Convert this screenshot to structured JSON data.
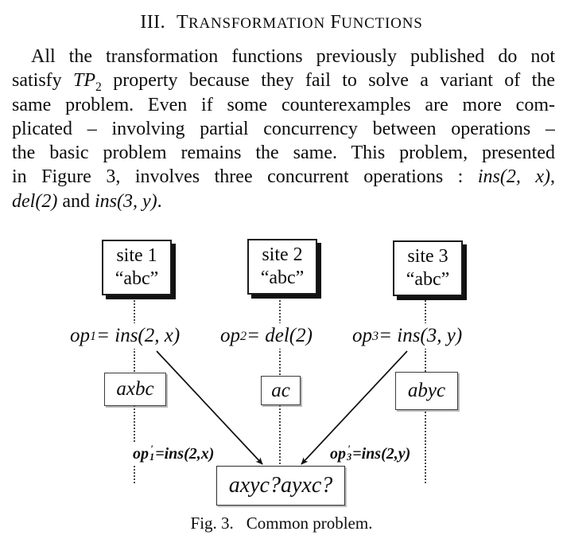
{
  "heading": {
    "number": "III.",
    "word1_initial": "T",
    "word1_rest": "RANSFORMATION",
    "word2_initial": "F",
    "word2_rest": "UNCTIONS"
  },
  "paragraph": {
    "line1": "All the transformation functions previously published do not",
    "line2_pre": "satisfy ",
    "line2_math_base": "TP",
    "line2_math_sub": "2",
    "line2_post": " property because they fail to solve a variant of the",
    "line3": "same problem. Even if some counterexamples are more com-",
    "line4": "plicated – involving partial concurrency between operations –",
    "line5": "the basic problem remains the same. This problem, presented",
    "line6_pre": "in Figure 3, involves three concurrent operations : ",
    "line6_math": "ins(2, x)",
    "line6_post": ",",
    "line7_math1": "del(2)",
    "line7_mid": " and ",
    "line7_math2": "ins(3, y)",
    "line7_post": "."
  },
  "figure": {
    "sites": [
      {
        "name": "site 1",
        "state": "“abc”"
      },
      {
        "name": "site 2",
        "state": "“abc”"
      },
      {
        "name": "site 3",
        "state": "“abc”"
      }
    ],
    "operations": [
      {
        "base": "op",
        "sub": "1",
        "rest": " = ins(2, x)"
      },
      {
        "base": "op",
        "sub": "2",
        "rest": " = del(2)"
      },
      {
        "base": "op",
        "sub": "3",
        "rest": " = ins(3, y)"
      }
    ],
    "intermediate_states": [
      "axbc",
      "ac",
      "abyc"
    ],
    "transformed_ops": [
      {
        "base": "op",
        "prime": "′",
        "sub": "1",
        "rest": "=ins(2,x)"
      },
      {
        "base": "op",
        "prime": "′",
        "sub": "3",
        "rest": "=ins(2,y)"
      }
    ],
    "result_state": "axyc?ayxc?",
    "caption_label": "Fig. 3.",
    "caption_text": "Common problem."
  },
  "colors": {
    "ink": "#0d0d0d",
    "box_border": "#1a1a1a",
    "shadow": "#111111",
    "dotted": "#4a4a4a"
  }
}
